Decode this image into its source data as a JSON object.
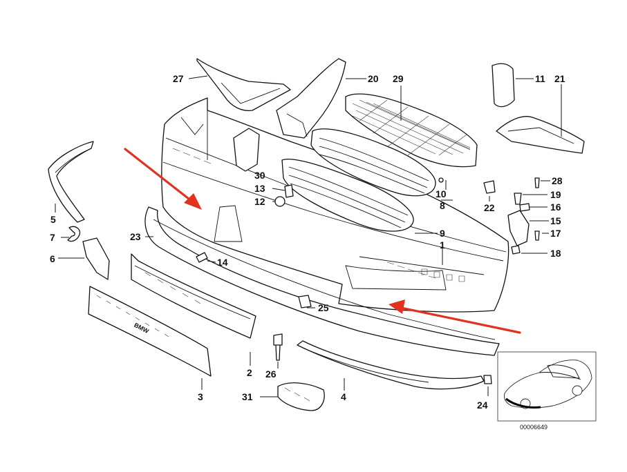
{
  "diagram": {
    "callouts": [
      {
        "id": "c1",
        "label": "1"
      },
      {
        "id": "c2",
        "label": "2"
      },
      {
        "id": "c3",
        "label": "3"
      },
      {
        "id": "c4",
        "label": "4"
      },
      {
        "id": "c5",
        "label": "5"
      },
      {
        "id": "c6",
        "label": "6"
      },
      {
        "id": "c7",
        "label": "7"
      },
      {
        "id": "c8",
        "label": "8"
      },
      {
        "id": "c9",
        "label": "9"
      },
      {
        "id": "c10",
        "label": "10"
      },
      {
        "id": "c11",
        "label": "11"
      },
      {
        "id": "c12",
        "label": "12"
      },
      {
        "id": "c13",
        "label": "13"
      },
      {
        "id": "c14",
        "label": "14"
      },
      {
        "id": "c15",
        "label": "15"
      },
      {
        "id": "c16",
        "label": "16"
      },
      {
        "id": "c17",
        "label": "17"
      },
      {
        "id": "c18",
        "label": "18"
      },
      {
        "id": "c19",
        "label": "19"
      },
      {
        "id": "c20",
        "label": "20"
      },
      {
        "id": "c21",
        "label": "21"
      },
      {
        "id": "c22",
        "label": "22"
      },
      {
        "id": "c23",
        "label": "23"
      },
      {
        "id": "c24",
        "label": "24"
      },
      {
        "id": "c25",
        "label": "25"
      },
      {
        "id": "c26",
        "label": "26"
      },
      {
        "id": "c27",
        "label": "27"
      },
      {
        "id": "c28",
        "label": "28"
      },
      {
        "id": "c29",
        "label": "29"
      },
      {
        "id": "c30",
        "label": "30"
      },
      {
        "id": "c31",
        "label": "31"
      }
    ],
    "diagram_number": "00006649",
    "emblem_text": "BMW",
    "arrow_color": "#e0321e"
  }
}
